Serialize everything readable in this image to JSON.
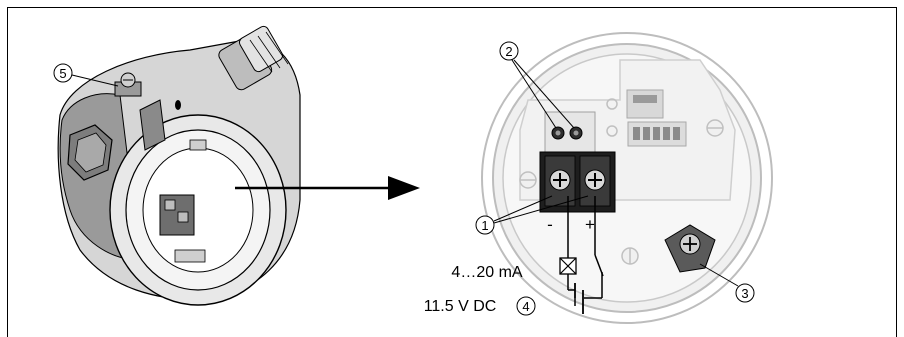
{
  "callouts": {
    "terminals": "1",
    "test_sockets": "2",
    "ground_screw": "3",
    "supply": "4",
    "housing_screw": "5"
  },
  "labels": {
    "minus": "-",
    "plus": "+",
    "current": "4…20 mA",
    "voltage": "11.5 V DC"
  },
  "colors": {
    "line": "#000000",
    "housing_gray": "#c9c9c9",
    "dark_gray": "#6e6e6e",
    "light_gray": "#e6e6e6"
  }
}
